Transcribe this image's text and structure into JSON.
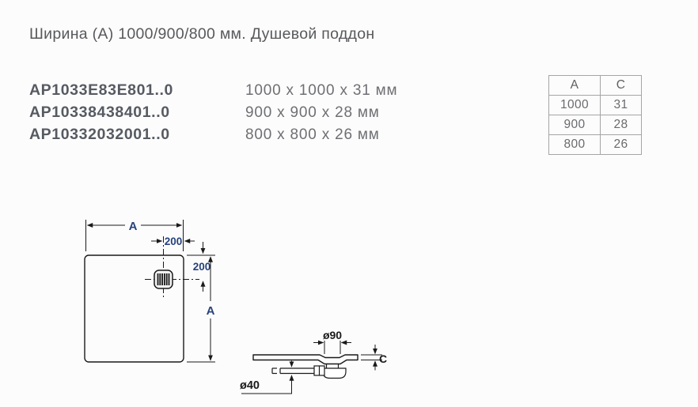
{
  "title": "Ширина (А) 1000/900/800 мм. Душевой поддон",
  "products": [
    {
      "code": "AP1033E83E801..0",
      "size": "1000 x 1000 x 31 мм"
    },
    {
      "code": "AP10338438401..0",
      "size": "900 x 900 x 28 мм"
    },
    {
      "code": "AP10332032001..0",
      "size": "800 x 800 x 26 мм"
    }
  ],
  "dimension_table": {
    "headers": [
      "A",
      "C"
    ],
    "rows": [
      [
        "1000",
        "31"
      ],
      [
        "900",
        "28"
      ],
      [
        "800",
        "26"
      ]
    ]
  },
  "drawing": {
    "top_view": {
      "width_label": "A",
      "height_label": "A",
      "drain_offset_x": "200",
      "drain_offset_y": "200"
    },
    "side_view": {
      "drain_diameter": "ø90",
      "pipe_diameter": "ø40",
      "thickness_label": "C"
    }
  },
  "colors": {
    "dimension_label_blue": "#27427c",
    "drawing_line": "#1a1a1a",
    "text_primary": "#58595b",
    "text_secondary": "#6e6f73",
    "table_border": "#a5a5a5"
  }
}
